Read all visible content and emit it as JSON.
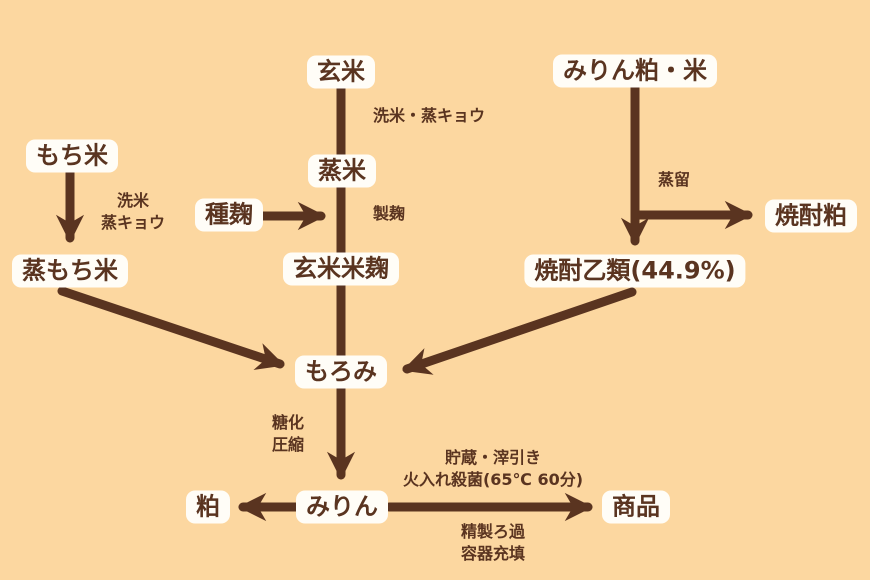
{
  "colors": {
    "background": "#fcd7a0",
    "arrow": "#5a3420",
    "box_background": "#fffdf7",
    "text": "#5a3420"
  },
  "nodes": {
    "genmai": {
      "label": "玄米"
    },
    "mirin_kasu_kome": {
      "label": "みりん粕・米"
    },
    "mochigome": {
      "label": "もち米"
    },
    "mushimai": {
      "label": "蒸米"
    },
    "tane_koji": {
      "label": "種麹"
    },
    "mushi_mochigome": {
      "label": "蒸もち米"
    },
    "genmai_kome_koji": {
      "label": "玄米米麹"
    },
    "shochu_otsurui": {
      "label": "焼酎乙類(44.9%)"
    },
    "shochu_kasu": {
      "label": "焼酎粕"
    },
    "moromi": {
      "label": "もろみ"
    },
    "kasu": {
      "label": "粕"
    },
    "mirin": {
      "label": "みりん"
    },
    "shohin": {
      "label": "商品"
    }
  },
  "edge_labels": {
    "senmai_jokyo_center": "洗米・蒸キョウ",
    "senmai_left_line1": "洗米",
    "senmai_left_line2": "蒸キョウ",
    "seikiku": "製麹",
    "joryu": "蒸留",
    "toka": "糖化",
    "assyuku": "圧縮",
    "chozo_orihiki": "貯蔵・滓引き",
    "hiire_sakkin": "火入れ殺菌(65℃ 60分)",
    "seisei_roka": "精製ろ過",
    "yoki_juten": "容器充填"
  }
}
